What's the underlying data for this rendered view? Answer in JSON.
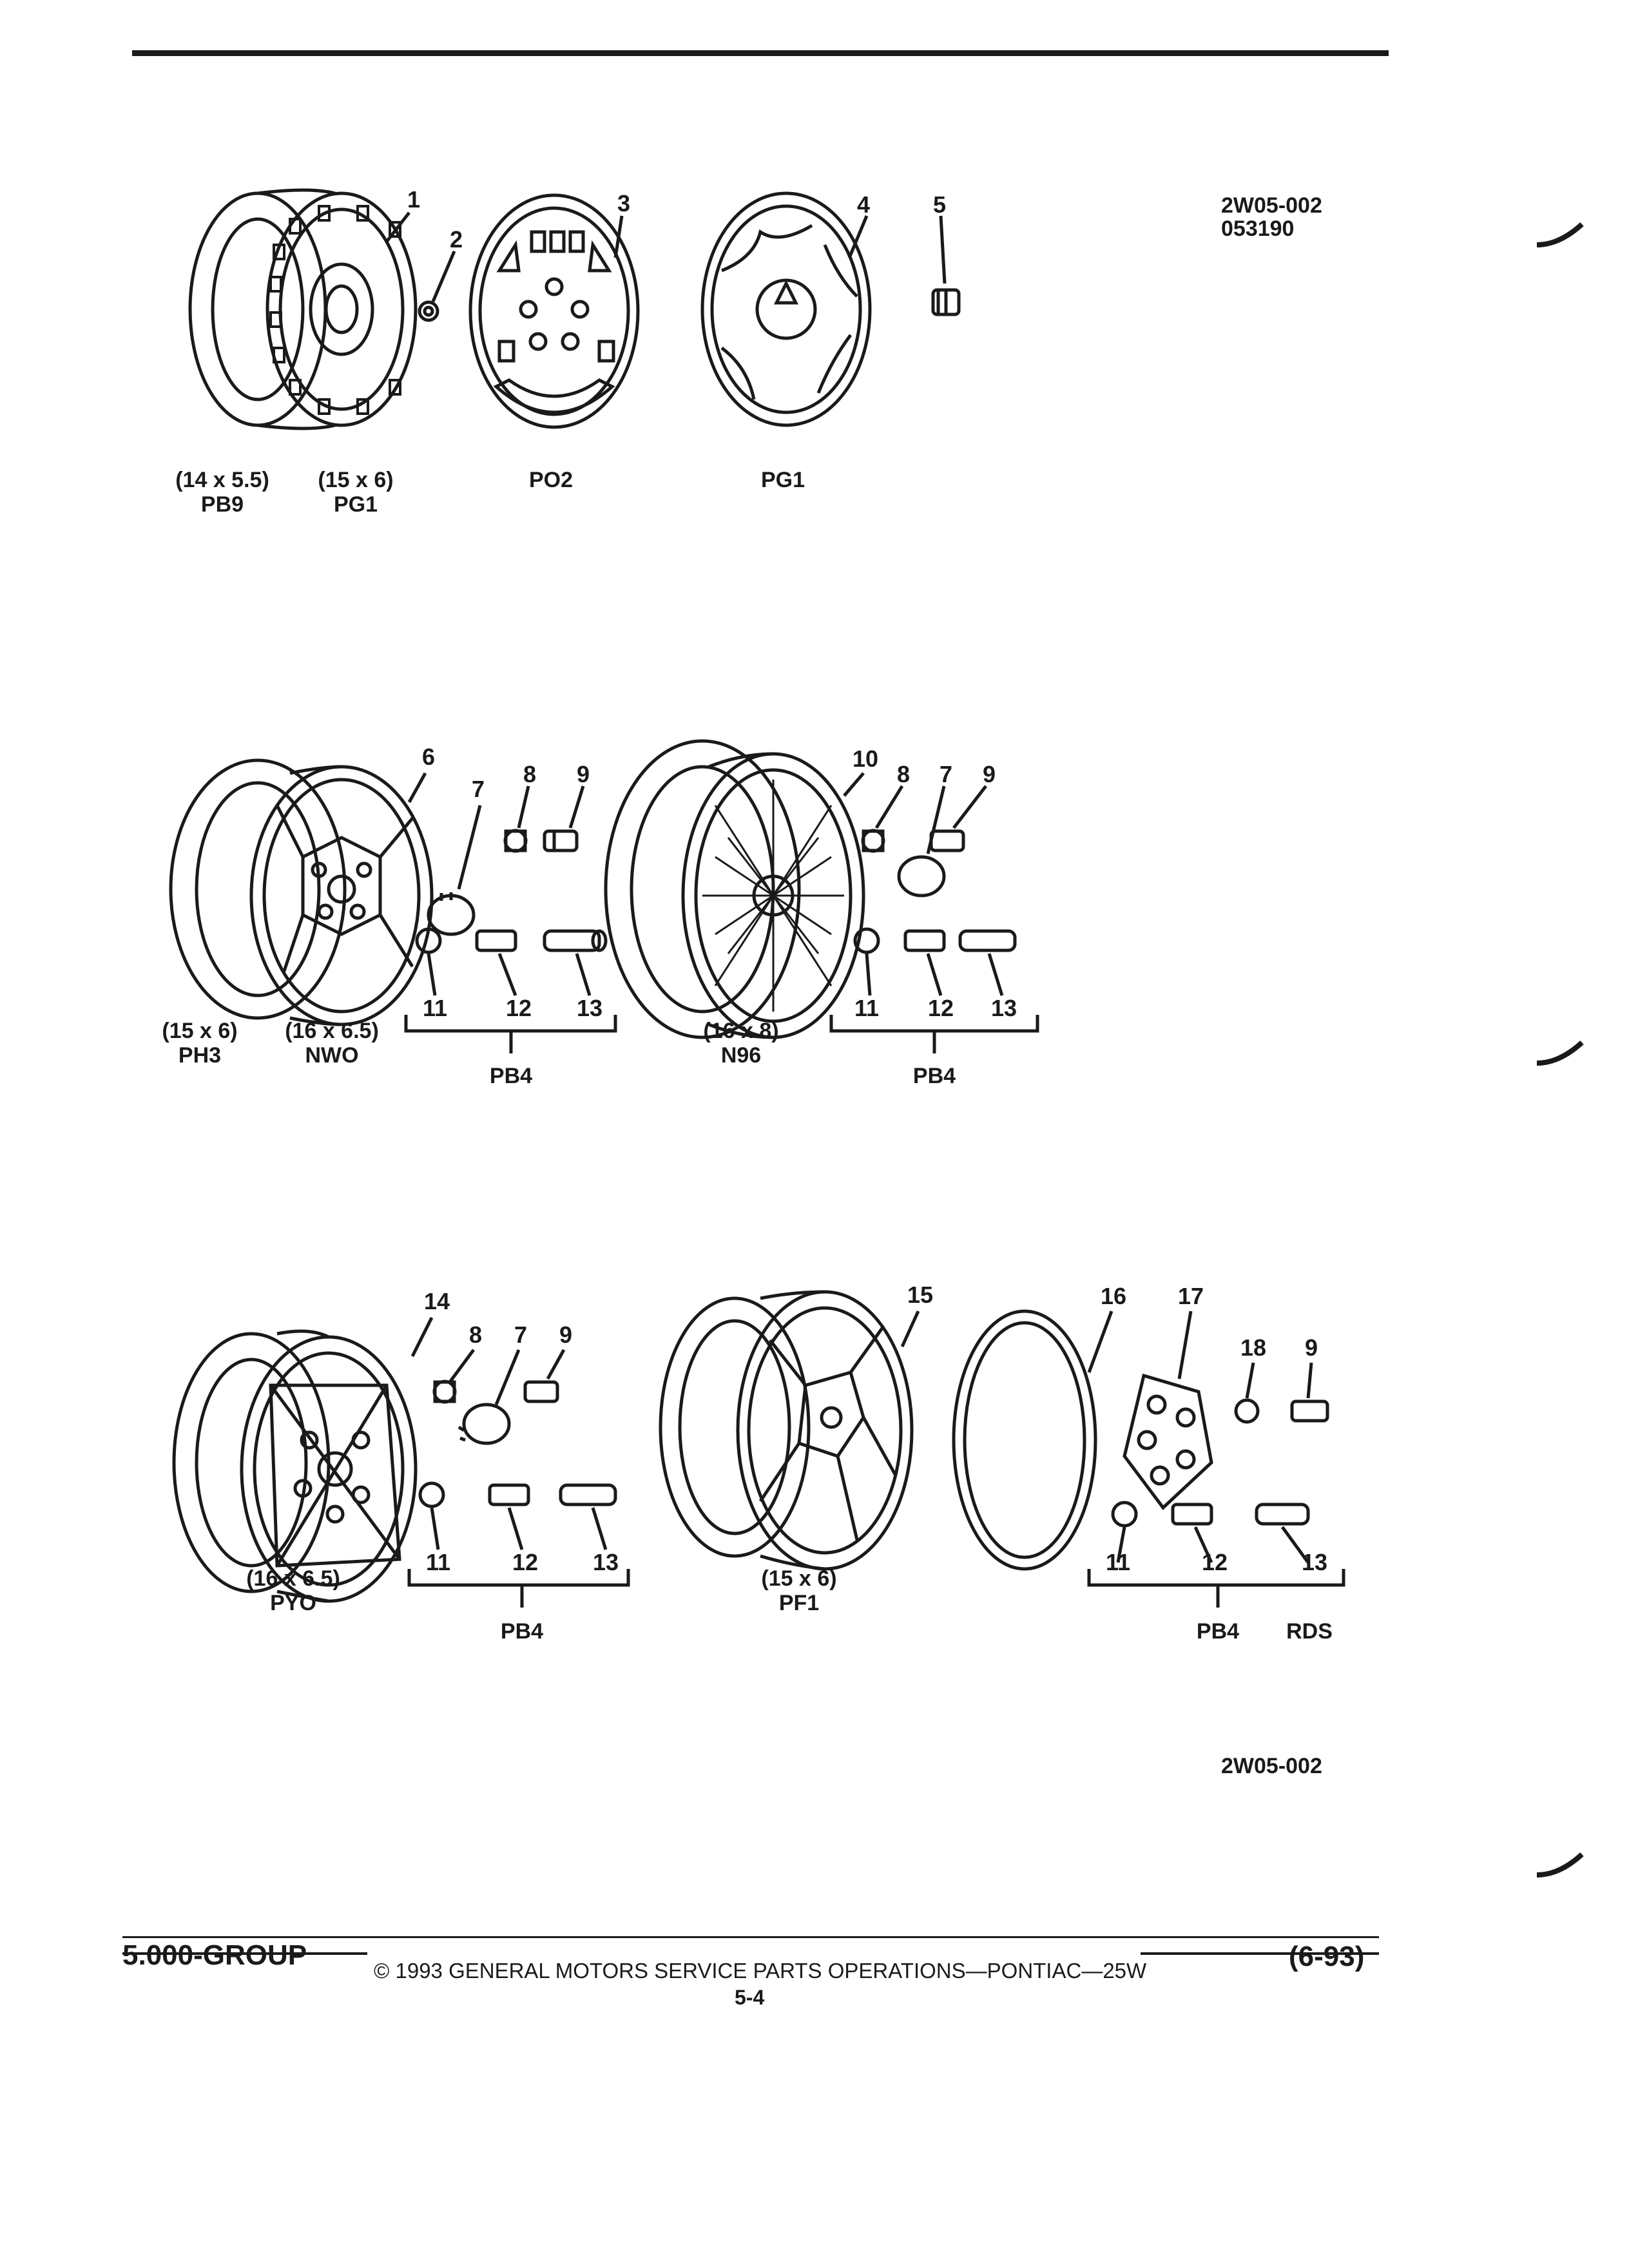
{
  "header": {
    "illustration_code": "2W05-002",
    "date_code": "053190"
  },
  "row1": {
    "callouts": [
      "1",
      "2",
      "3",
      "4",
      "5"
    ],
    "labels": [
      {
        "size": "(14 x 5.5)",
        "code": "PB9"
      },
      {
        "size": "(15 x 6)",
        "code": "PG1"
      },
      {
        "size": "",
        "code": "PO2"
      },
      {
        "size": "",
        "code": "PG1"
      }
    ]
  },
  "row2": {
    "callouts_left": [
      "6",
      "7",
      "8",
      "9",
      "11",
      "12",
      "13"
    ],
    "callouts_right": [
      "10",
      "8",
      "7",
      "9",
      "11",
      "12",
      "13"
    ],
    "labels": [
      {
        "size": "(15 x 6)",
        "code": "PH3"
      },
      {
        "size": "(16 x 6.5)",
        "code": "NWO"
      },
      {
        "size": "(16 x 8)",
        "code": "N96"
      }
    ],
    "group_left": "PB4",
    "group_right": "PB4"
  },
  "row3": {
    "callouts_left": [
      "14",
      "8",
      "7",
      "9",
      "11",
      "12",
      "13"
    ],
    "callouts_right": [
      "15",
      "16",
      "17",
      "18",
      "9",
      "11",
      "12",
      "13"
    ],
    "labels": [
      {
        "size": "(16 x 6.5)",
        "code": "PYO"
      },
      {
        "size": "(15 x 6)",
        "code": "PF1"
      }
    ],
    "group_left": "PB4",
    "group_right": "PB4",
    "group_extra": "RDS"
  },
  "bottom_code": "2W05-002",
  "footer": {
    "group": "5.000-GROUP",
    "copyright": "© 1993 GENERAL MOTORS SERVICE PARTS OPERATIONS—PONTIAC—25W",
    "page": "5-4",
    "date": "(6-93)"
  }
}
